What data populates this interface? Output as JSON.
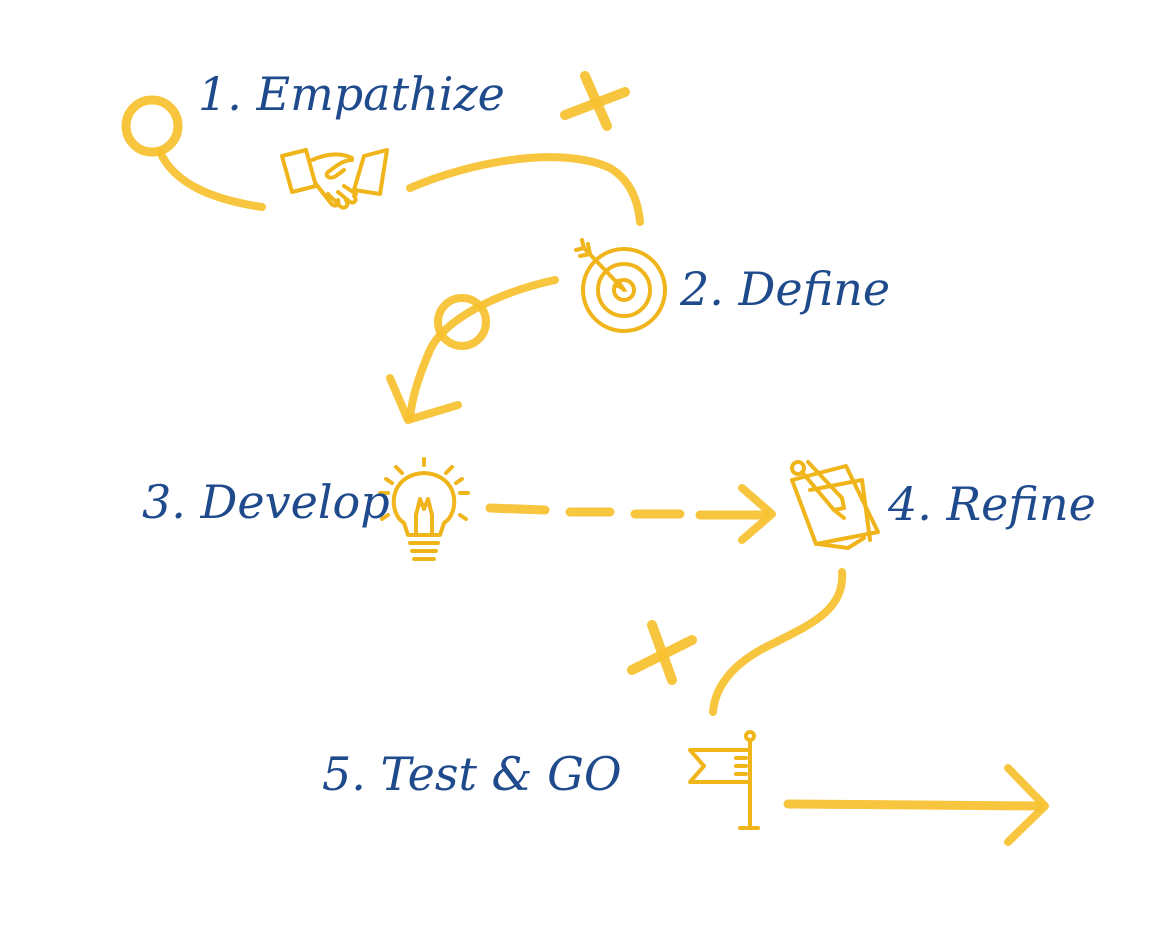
{
  "colors": {
    "label_text": "#1f4a8c",
    "accent": "#f1b51c",
    "background": "#ffffff"
  },
  "steps": [
    {
      "label": "1. Empathize",
      "icon": "handshake-icon"
    },
    {
      "label": "2. Define",
      "icon": "target-icon"
    },
    {
      "label": "3. Develop",
      "icon": "lightbulb-icon"
    },
    {
      "label": "4. Refine",
      "icon": "notes-pencil-icon"
    },
    {
      "label": "5. Test & GO",
      "icon": "flag-icon"
    }
  ],
  "decorations": [
    "start-circle",
    "cross-mark",
    "loop-circle",
    "arrow-down-left",
    "dashed-arrow-right",
    "cross-mark-2",
    "final-arrow-right"
  ]
}
